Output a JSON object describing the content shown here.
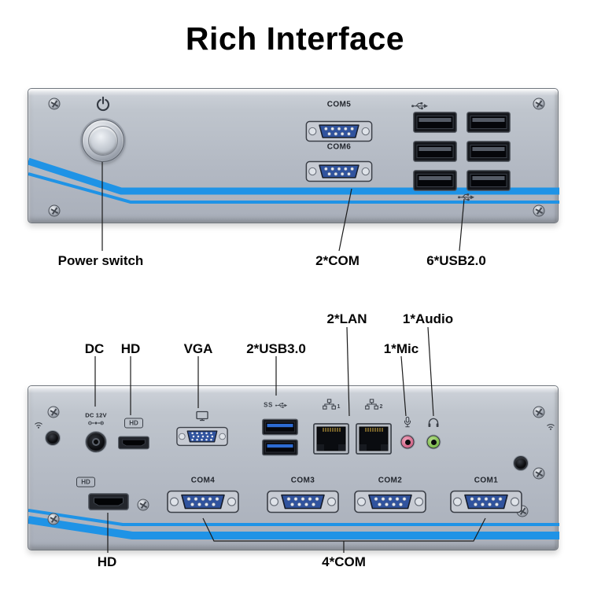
{
  "title": "Rich Interface",
  "front_panel": {
    "printed": {
      "com5": "COM5",
      "com6": "COM6"
    },
    "callouts": {
      "power": "Power switch",
      "com": "2*COM",
      "usb": "6*USB2.0"
    }
  },
  "rear_panel": {
    "printed": {
      "dc": "DC 12V",
      "hdmi_logo": "HD",
      "usb3_ss": "SS",
      "lan1": "1",
      "lan2": "2",
      "com4": "COM4",
      "com3": "COM3",
      "com2": "COM2",
      "com1": "COM1"
    },
    "callouts_top": {
      "lan": "2*LAN",
      "audio": "1*Audio",
      "dc": "DC",
      "hd": "HD",
      "vga": "VGA",
      "usb3": "2*USB3.0",
      "mic": "1*Mic"
    },
    "callouts_bottom": {
      "hd": "HD",
      "com": "4*COM"
    }
  }
}
